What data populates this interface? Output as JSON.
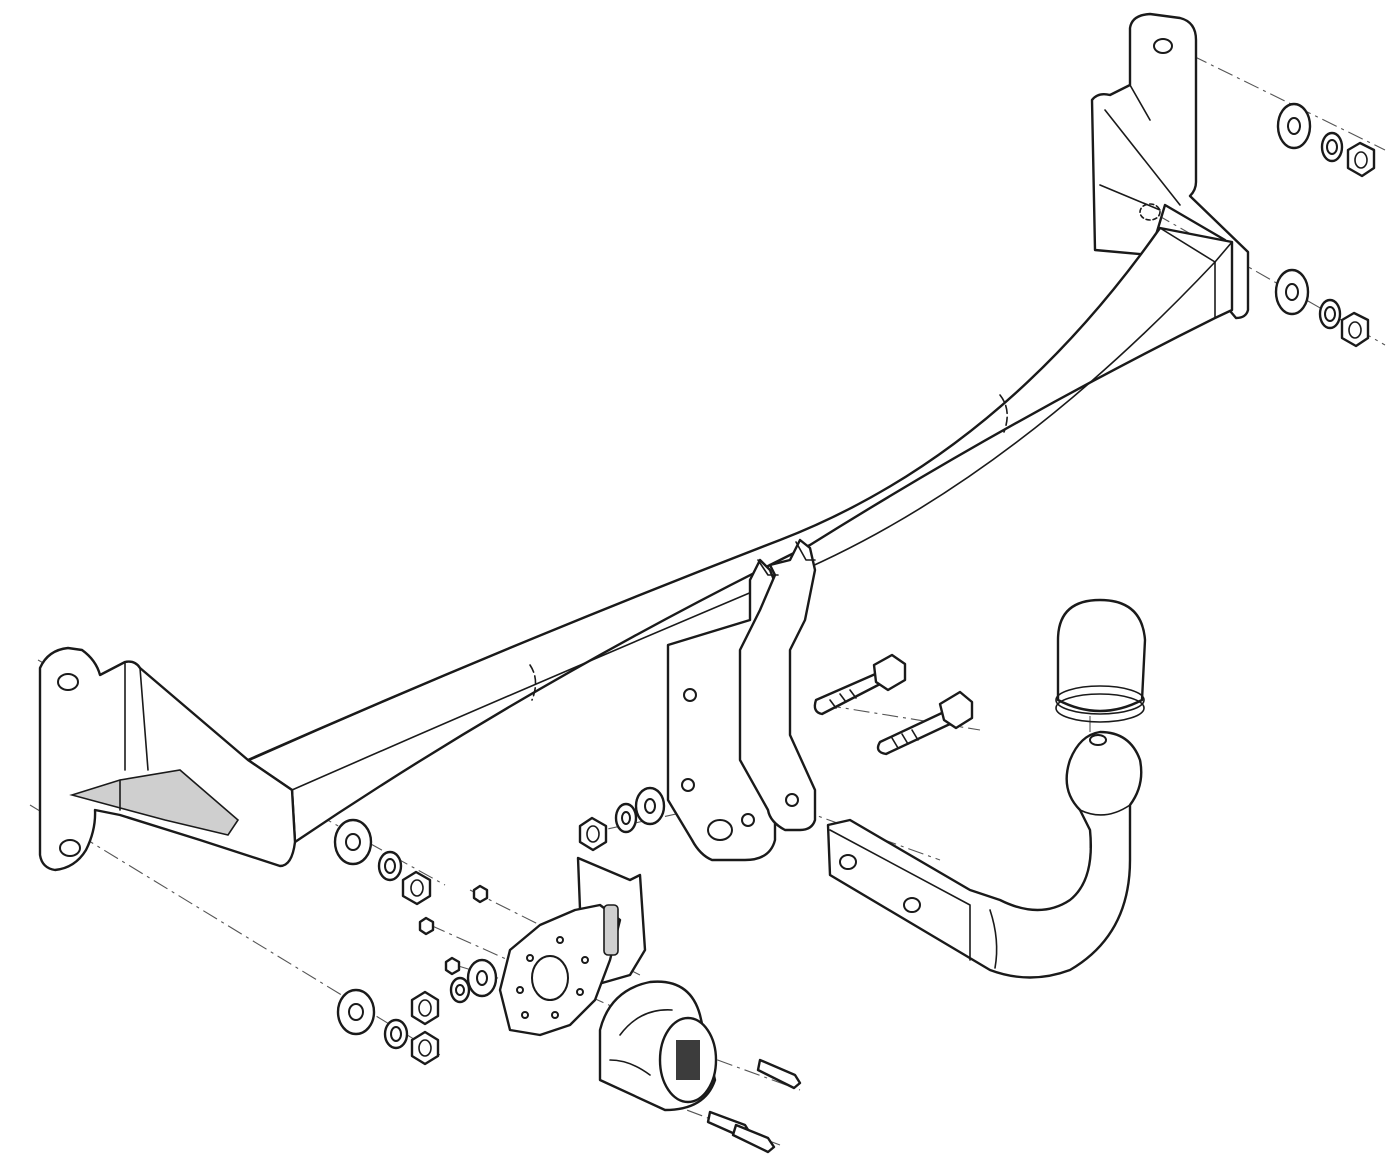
{
  "figure": {
    "type": "exploded-assembly-drawing",
    "subject": "towbar",
    "line_color": "#1a1a1a",
    "background": "#ffffff",
    "labels": []
  },
  "components": [
    {
      "name": "crossbar",
      "icon": "crossbar-icon"
    },
    {
      "name": "left-mounting-bracket",
      "icon": "bracket-icon"
    },
    {
      "name": "right-mounting-bracket",
      "icon": "bracket-icon"
    },
    {
      "name": "center-hanger-plates",
      "icon": "plate-icon"
    },
    {
      "name": "detachable-tow-ball-neck",
      "icon": "towball-icon"
    },
    {
      "name": "tow-ball-cap",
      "icon": "cap-icon"
    },
    {
      "name": "hex-bolts",
      "icon": "bolt-icon"
    },
    {
      "name": "socket-plate",
      "icon": "socket-plate-icon"
    },
    {
      "name": "electrical-socket",
      "icon": "socket-icon"
    },
    {
      "name": "socket-screws",
      "icon": "screw-icon"
    },
    {
      "name": "washers",
      "icon": "washer-icon"
    },
    {
      "name": "nuts",
      "icon": "nut-icon"
    }
  ]
}
